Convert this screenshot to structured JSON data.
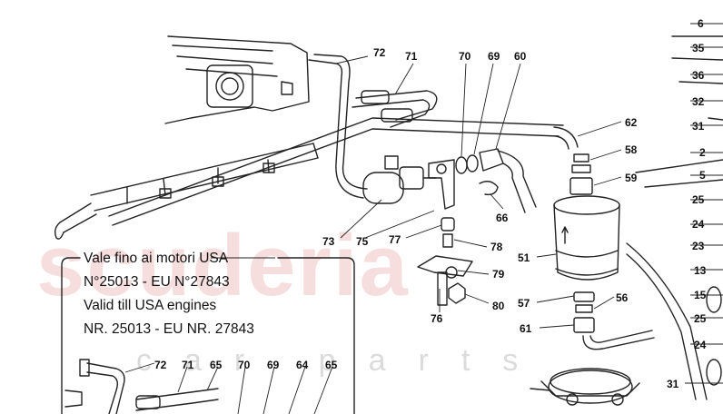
{
  "watermark": {
    "main": "scuderia",
    "sub": "car parts"
  },
  "note_lines": [
    "Vale fino ai motori USA",
    "N°25013 - EU N°27843",
    "Valid till USA engines",
    "NR. 25013 - EU NR. 27843"
  ],
  "labels": {
    "p6": "6",
    "p35": "35",
    "p36": "36",
    "p32": "32",
    "p31a": "31",
    "p2": "2",
    "p5": "5",
    "p25a": "25",
    "p24a": "24",
    "p23": "23",
    "p13": "13",
    "p15": "15",
    "p25b": "25",
    "p24b": "24",
    "p31b": "31",
    "p72": "72",
    "p71": "71",
    "p70": "70",
    "p69": "69",
    "p60": "60",
    "p62": "62",
    "p58": "58",
    "p59": "59",
    "p66": "66",
    "p73": "73",
    "p75": "75",
    "p77": "77",
    "p78": "78",
    "p79": "79",
    "p80": "80",
    "p76": "76",
    "p51": "51",
    "p57": "57",
    "p56": "56",
    "p61": "61",
    "i72": "72",
    "i71": "71",
    "i65a": "65",
    "i70": "70",
    "i69": "69",
    "i64": "64",
    "i65b": "65"
  }
}
